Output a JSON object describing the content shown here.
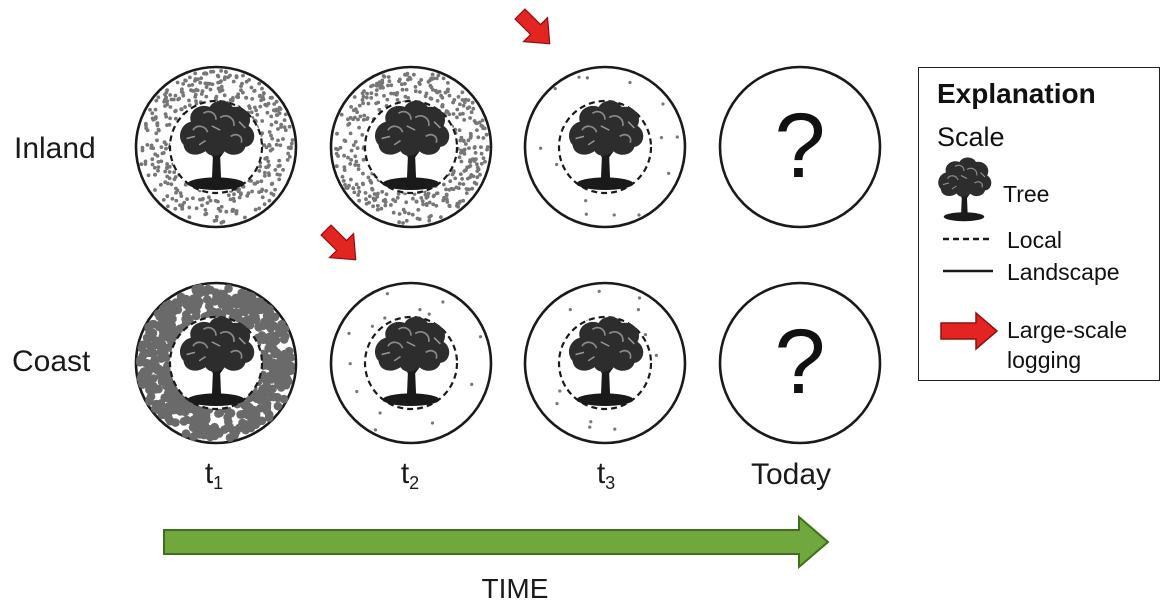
{
  "rows": [
    {
      "label": "Inland",
      "key": "inland"
    },
    {
      "label": "Coast",
      "key": "coast"
    }
  ],
  "columns": [
    {
      "label": "t",
      "sub": "1"
    },
    {
      "label": "t",
      "sub": "2"
    },
    {
      "label": "t",
      "sub": "3"
    },
    {
      "label": "Today",
      "sub": ""
    }
  ],
  "cells": {
    "inland": [
      {
        "state": "dense",
        "logging": false
      },
      {
        "state": "dense",
        "logging": false
      },
      {
        "state": "sparse",
        "logging": true
      },
      {
        "state": "unknown",
        "logging": false,
        "symbol": "?"
      }
    ],
    "coast": [
      {
        "state": "very-dense",
        "logging": false
      },
      {
        "state": "sparse",
        "logging": true
      },
      {
        "state": "sparse",
        "logging": false
      },
      {
        "state": "unknown",
        "logging": false,
        "symbol": "?"
      }
    ]
  },
  "time_axis": {
    "label": "TIME",
    "color": "#70a83e",
    "direction": "right"
  },
  "legend": {
    "title": "Explanation",
    "subtitle": "Scale",
    "tree": "Tree",
    "local": "Local",
    "landscape": "Landscape",
    "logging_line1": "Large-scale",
    "logging_line2": "logging"
  },
  "colors": {
    "logging_arrow": "#e42421",
    "dot_fill": "#777777",
    "dense_dot_fill": "#6a6a6a",
    "outline": "#1a1a1a"
  }
}
